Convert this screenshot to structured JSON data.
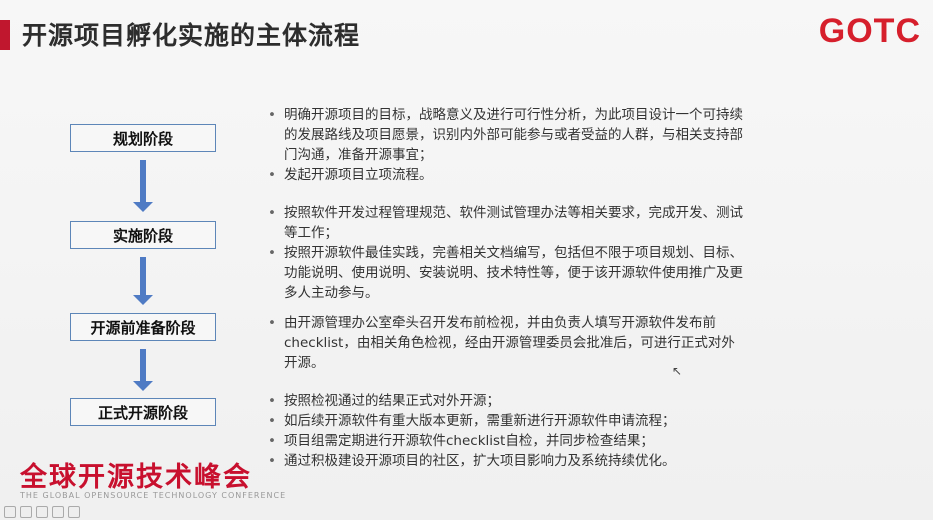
{
  "slide": {
    "title": "开源项目孵化实施的主体流程",
    "logo": "GOTC"
  },
  "stages": [
    {
      "label": "规划阶段"
    },
    {
      "label": "实施阶段"
    },
    {
      "label": "开源前准备阶段"
    },
    {
      "label": "正式开源阶段"
    }
  ],
  "details": [
    {
      "items": [
        "明确开源项目的目标，战略意义及进行可行性分析，为此项目设计一个可持续的发展路线及项目愿景，识别内外部可能参与或者受益的人群，与相关支持部门沟通，准备开源事宜；",
        "发起开源项目立项流程。"
      ]
    },
    {
      "items": [
        "按照软件开发过程管理规范、软件测试管理办法等相关要求，完成开发、测试等工作；",
        "按照开源软件最佳实践，完善相关文档编写，包括但不限于项目规划、目标、功能说明、使用说明、安装说明、技术特性等，便于该开源软件使用推广及更多人主动参与。"
      ]
    },
    {
      "items": [
        "由开源管理办公室牵头召开发布前检视，并由负责人填写开源软件发布前checklist，由相关角色检视，经由开源管理委员会批准后，可进行正式对外开源。"
      ]
    },
    {
      "items": [
        "按照检视通过的结果正式对外开源；",
        "如后续开源软件有重大版本更新，需重新进行开源软件申请流程；",
        "项目组需定期进行开源软件checklist自检，并同步检查结果；",
        "通过积极建设开源项目的社区，扩大项目影响力及系统持续优化。"
      ]
    }
  ],
  "footer": {
    "conference_cn": "全球开源技术峰会",
    "conference_en": "THE GLOBAL OPENSOURCE TECHNOLOGY CONFERENCE"
  },
  "colors": {
    "accent_red": "#c8102e",
    "logo_red": "#d61f2c",
    "arrow_blue": "#4f7bc4",
    "box_border": "#5d86b8"
  },
  "icons": [
    "arrow-down-icon",
    "cursor-icon"
  ]
}
